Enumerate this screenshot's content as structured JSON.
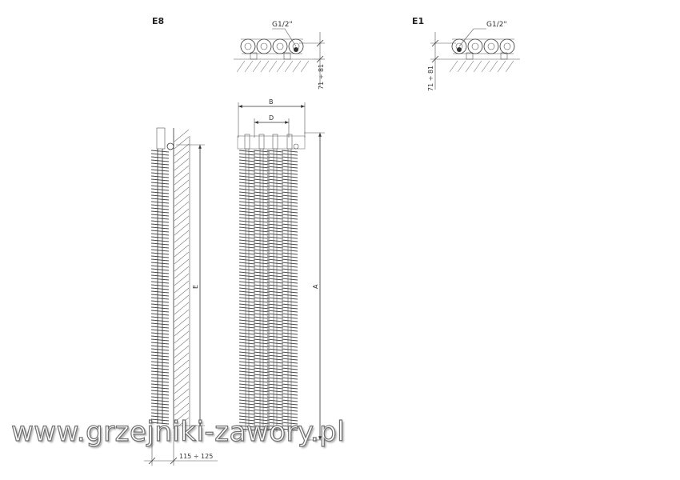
{
  "e8": {
    "title": "E8",
    "connection_label": "G1/2\"",
    "mount_range": "71 ÷ 81",
    "dim_a": "A",
    "dim_b": "B",
    "dim_d": "D",
    "dim_e": "E",
    "wall_distance": "115 ÷ 125"
  },
  "e1": {
    "title": "E1",
    "connection_label": "G1/2\"",
    "mount_range": "71 ÷ 81"
  },
  "watermark": "www.grzejniki-zawory.pl"
}
